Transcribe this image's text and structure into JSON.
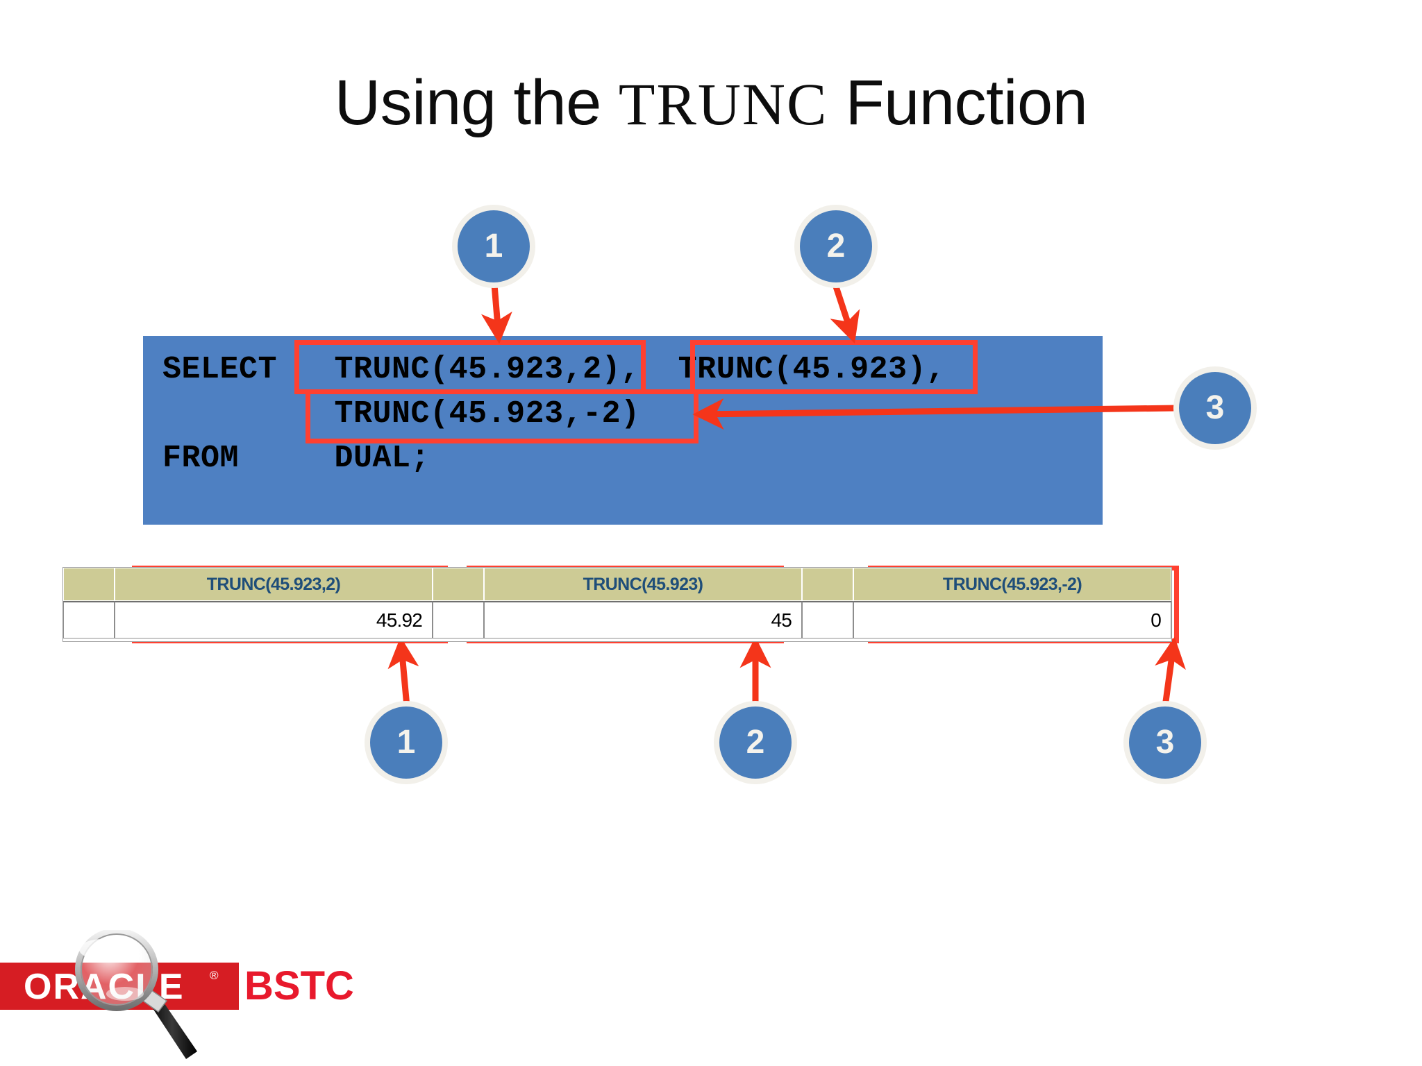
{
  "slide": {
    "title_prefix": "Using the ",
    "title_mono": "TRUNC",
    "title_suffix": " Function"
  },
  "code_block": {
    "background_color": "#4e80c2",
    "lines": [
      "SELECT   TRUNC(45.923,2),  TRUNC(45.923),",
      "         TRUNC(45.923,-2)",
      "FROM     DUAL;"
    ],
    "full_text": "SELECT   TRUNC(45.923,2),  TRUNC(45.923),\n         TRUNC(45.923,-2)\nFROM     DUAL;"
  },
  "callouts": {
    "top": [
      {
        "label": "1"
      },
      {
        "label": "2"
      },
      {
        "label": "3"
      }
    ],
    "bottom": [
      {
        "label": "1"
      },
      {
        "label": "2"
      },
      {
        "label": "3"
      }
    ]
  },
  "result_grid": {
    "headers": [
      "TRUNC(45.923,2)",
      "TRUNC(45.923)",
      "TRUNC(45.923,-2)"
    ],
    "rows": [
      [
        "45.92",
        "45",
        "0"
      ]
    ],
    "header_background": "#cdcb95",
    "header_text_color": "#1f4e79"
  },
  "highlight": {
    "color": "#ff4030"
  },
  "footer": {
    "oracle_text": "ORACLE",
    "oracle_reg": "®",
    "bstc_text": "BSTC",
    "band_color": "#d61d23",
    "bstc_color": "#e8192c"
  }
}
